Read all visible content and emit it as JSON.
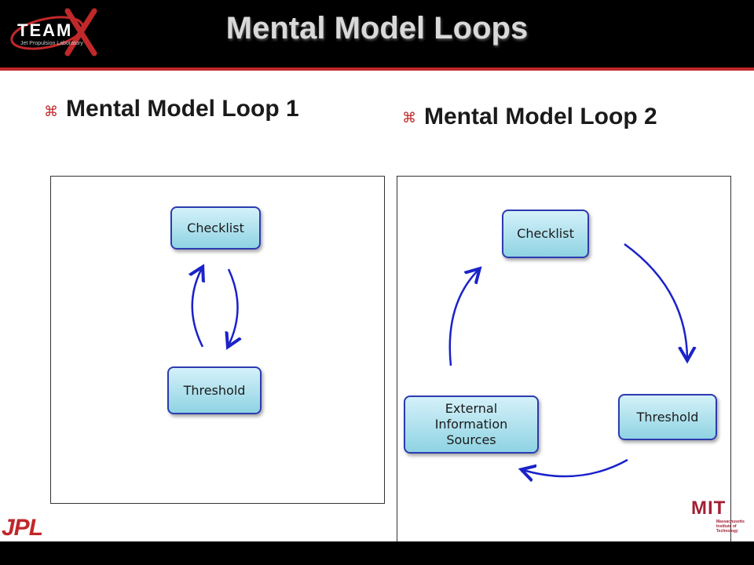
{
  "slide": {
    "title": "Mental Model Loops"
  },
  "logos": {
    "teamx": {
      "word": "TEAM",
      "mark": "X",
      "sub": "Jet Propulsion Laboratory"
    },
    "jpl": "JPL",
    "mit": {
      "word": "MIT",
      "sub_lines": [
        "Massachusetts",
        "Institute of",
        "Technology"
      ]
    }
  },
  "loop1": {
    "heading": "Mental Model Loop 1",
    "nodes": {
      "checklist": "Checklist",
      "threshold": "Threshold"
    }
  },
  "loop2": {
    "heading": "Mental Model Loop 2",
    "nodes": {
      "checklist": "Checklist",
      "threshold": "Threshold",
      "external": "External Information Sources"
    }
  },
  "colors": {
    "accent": "#c0282a",
    "node_border": "#2d3bb0",
    "arrow": "#1a22c8"
  },
  "icons": {
    "bullet": "bullet-icon"
  }
}
